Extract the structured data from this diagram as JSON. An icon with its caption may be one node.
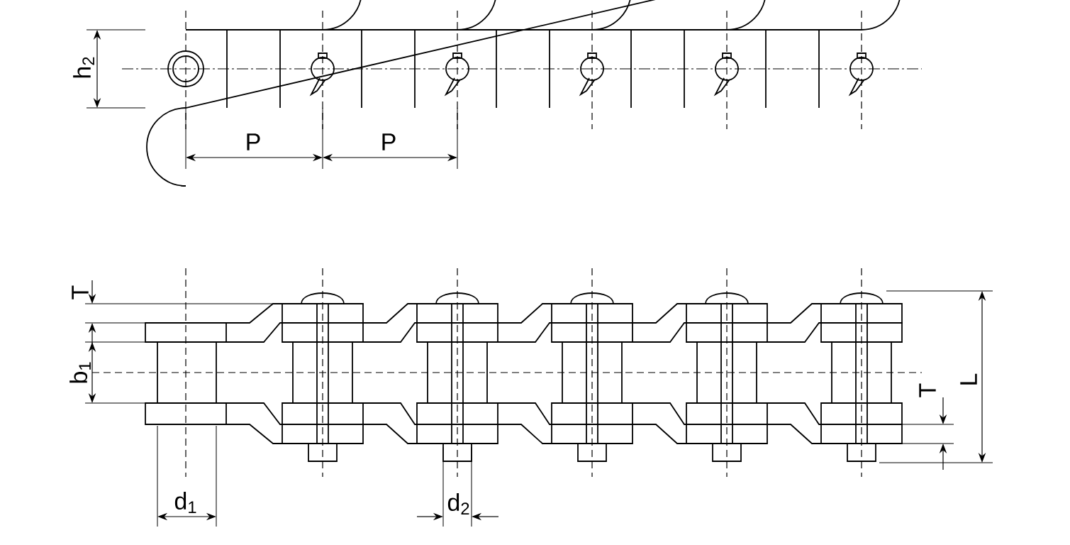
{
  "diagram": {
    "labels": [
      "h$_{2}$",
      "P",
      "P",
      "T",
      "b$_{1}$",
      "T",
      "L",
      "d$_{1}$",
      "d$_{2}$"
    ]
  }
}
